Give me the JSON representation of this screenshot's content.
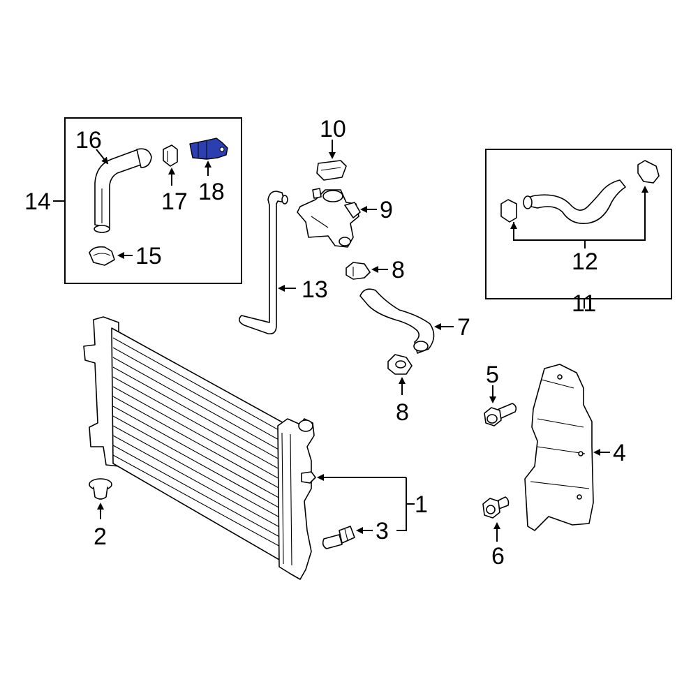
{
  "callouts": {
    "c1": "1",
    "c2": "2",
    "c3": "3",
    "c4": "4",
    "c5": "5",
    "c6": "6",
    "c7": "7",
    "c8a": "8",
    "c8b": "8",
    "c9": "9",
    "c10": "10",
    "c11": "11",
    "c12": "12",
    "c13": "13",
    "c14": "14",
    "c15": "15",
    "c16": "16",
    "c17": "17",
    "c18": "18"
  },
  "colors": {
    "highlight": "#2b3fb0",
    "line": "#000000",
    "background": "#ffffff"
  },
  "highlighted_part": "18"
}
